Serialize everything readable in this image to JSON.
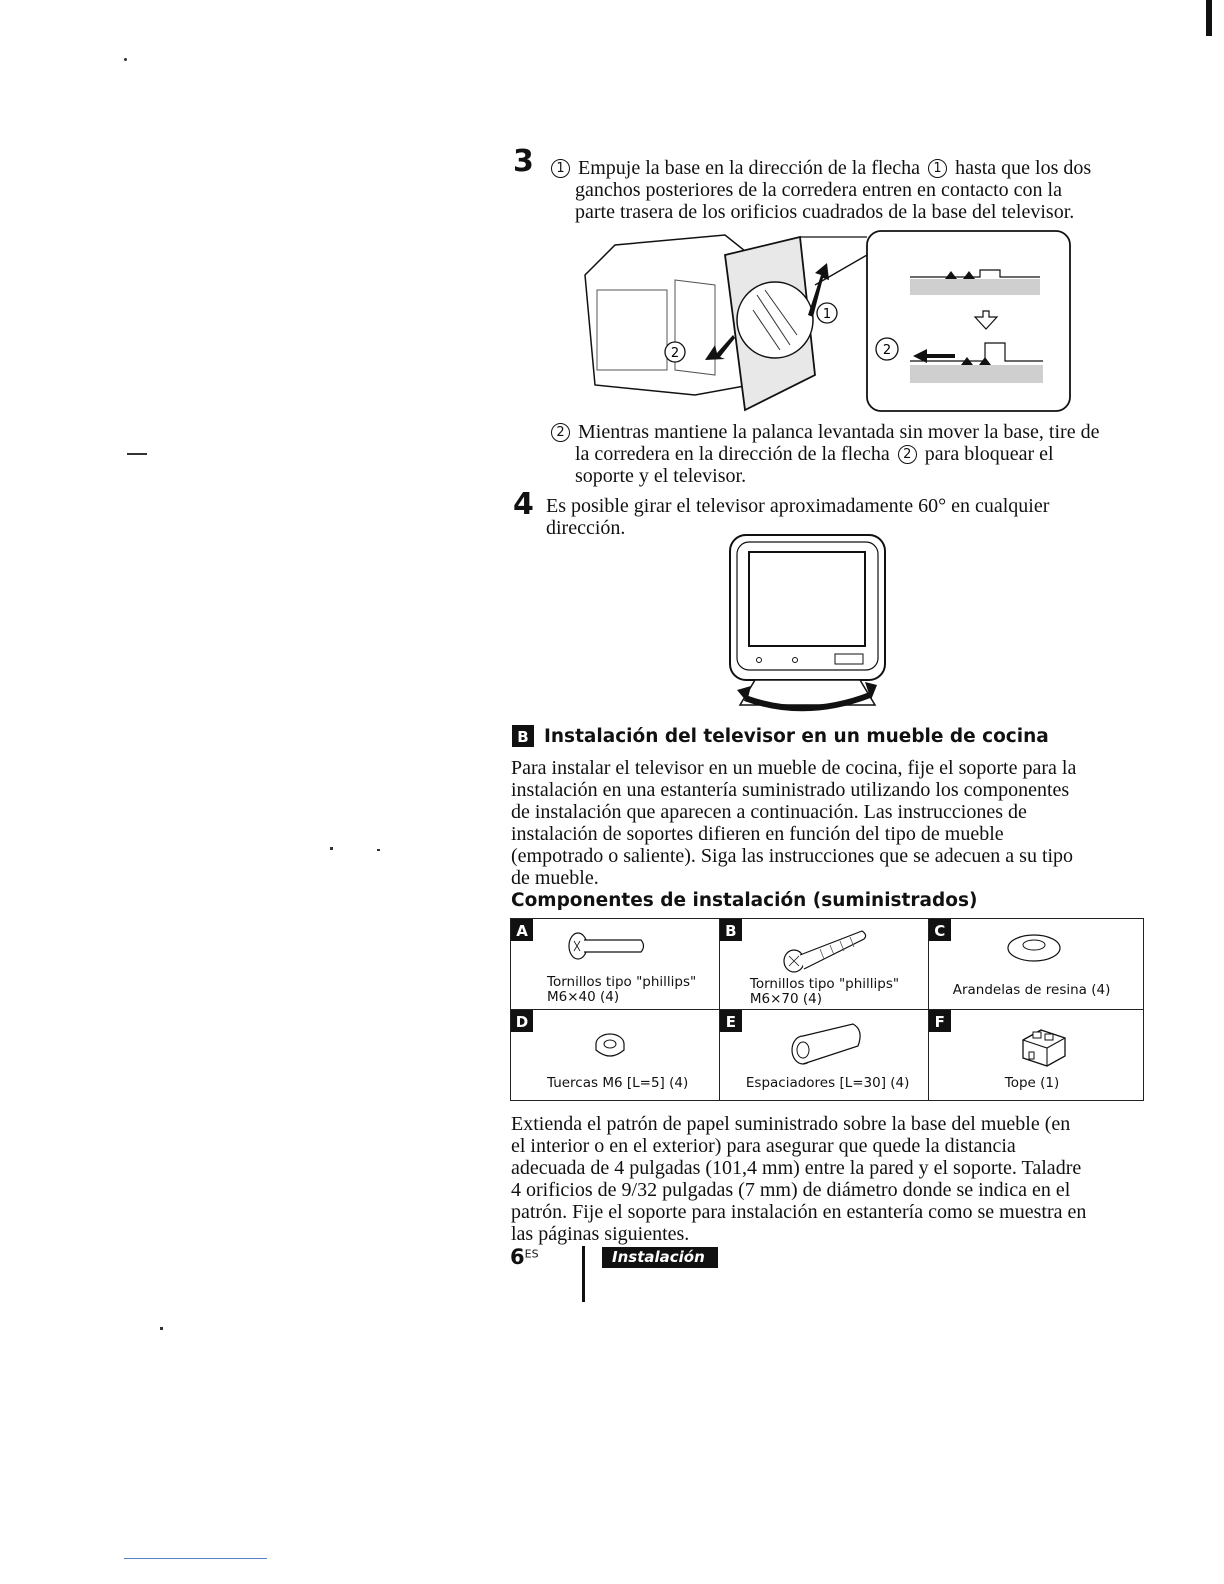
{
  "step3": {
    "number": "3",
    "sub1_marker": "1",
    "sub1_text_a": "Empuje la base en la dirección de la flecha",
    "sub1_marker2": "1",
    "sub1_text_b": "hasta que los dos",
    "sub1_line2": "ganchos posteriores de la corredera entren en contacto con la",
    "sub1_line3": "parte trasera de los orificios cuadrados de la base del televisor.",
    "fig_label_1": "1",
    "fig_label_2": "2",
    "fig_label_2b": "2",
    "sub2_marker": "2",
    "sub2_line1": "Mientras mantiene la palanca levantada sin mover la base, tire de",
    "sub2_line2a": "la corredera en la dirección de la flecha",
    "sub2_marker2": "2",
    "sub2_line2b": "para bloquear el",
    "sub2_line3": "soporte y el televisor."
  },
  "step4": {
    "number": "4",
    "line1": "Es posible girar el televisor aproximadamente 60° en cualquier",
    "line2": "dirección."
  },
  "section_b": {
    "letter": "B",
    "title": "Instalación del televisor en un mueble de cocina",
    "paragraph": [
      "Para instalar el televisor en un mueble de cocina, fije el soporte para la",
      "instalación en una estantería suministrado utilizando los componentes",
      "de instalación que aparecen a continuación. Las instrucciones de",
      "instalación de soportes difieren en función del tipo de mueble",
      "(empotrado o saliente). Siga las instrucciones que se adecuen a su tipo",
      "de mueble."
    ]
  },
  "components": {
    "title": "Componentes de instalación (suministrados)",
    "items": [
      {
        "letter": "A",
        "line1": "Tornillos tipo \"phillips\"",
        "line2": "M6×40 (4)"
      },
      {
        "letter": "B",
        "line1": "Tornillos tipo \"phillips\"",
        "line2": "M6×70 (4)"
      },
      {
        "letter": "C",
        "line1": "Arandelas de resina (4)",
        "line2": ""
      },
      {
        "letter": "D",
        "line1": "Tuercas M6 [L=5] (4)",
        "line2": ""
      },
      {
        "letter": "E",
        "line1": "Espaciadores [L=30] (4)",
        "line2": ""
      },
      {
        "letter": "F",
        "line1": "Tope (1)",
        "line2": ""
      }
    ]
  },
  "closing_paragraph": [
    "Extienda el patrón de papel suministrado sobre la base del mueble (en",
    "el interior o en el exterior) para asegurar que quede la distancia",
    "adecuada de 4 pulgadas (101,4 mm) entre la pared y el soporte. Taladre",
    "4 orificios de 9/32 pulgadas (7 mm) de diámetro donde se indica en el",
    "patrón. Fije el soporte para instalación en estantería como se muestra en",
    "las páginas siguientes."
  ],
  "footer": {
    "page_number": "6",
    "page_suffix": "ES",
    "section": "Instalación"
  }
}
